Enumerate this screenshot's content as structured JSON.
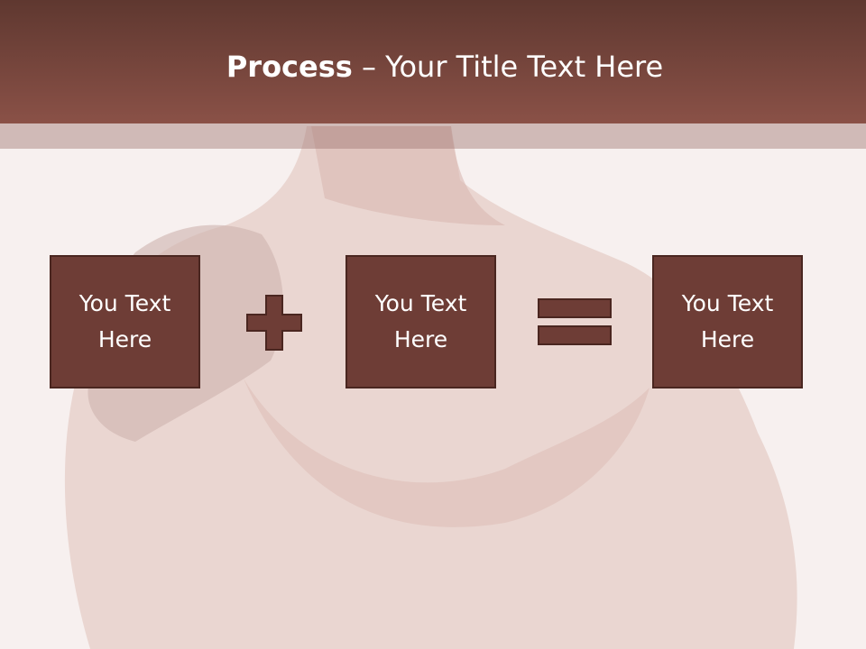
{
  "slide": {
    "title_bold": "Process",
    "title_rest": " – Your Title Text Here",
    "boxes": [
      "You Text Here",
      "You Text Here",
      "You Text Here"
    ]
  },
  "colors": {
    "title_bar_top": "#5f3830",
    "title_bar_bottom": "#8a5147",
    "box_fill": "#6e3d36",
    "box_border": "#4a2620",
    "operator": "#6e3d36",
    "background": "#f7f0ef"
  },
  "icons": [
    "plus-icon",
    "equals-icon"
  ]
}
